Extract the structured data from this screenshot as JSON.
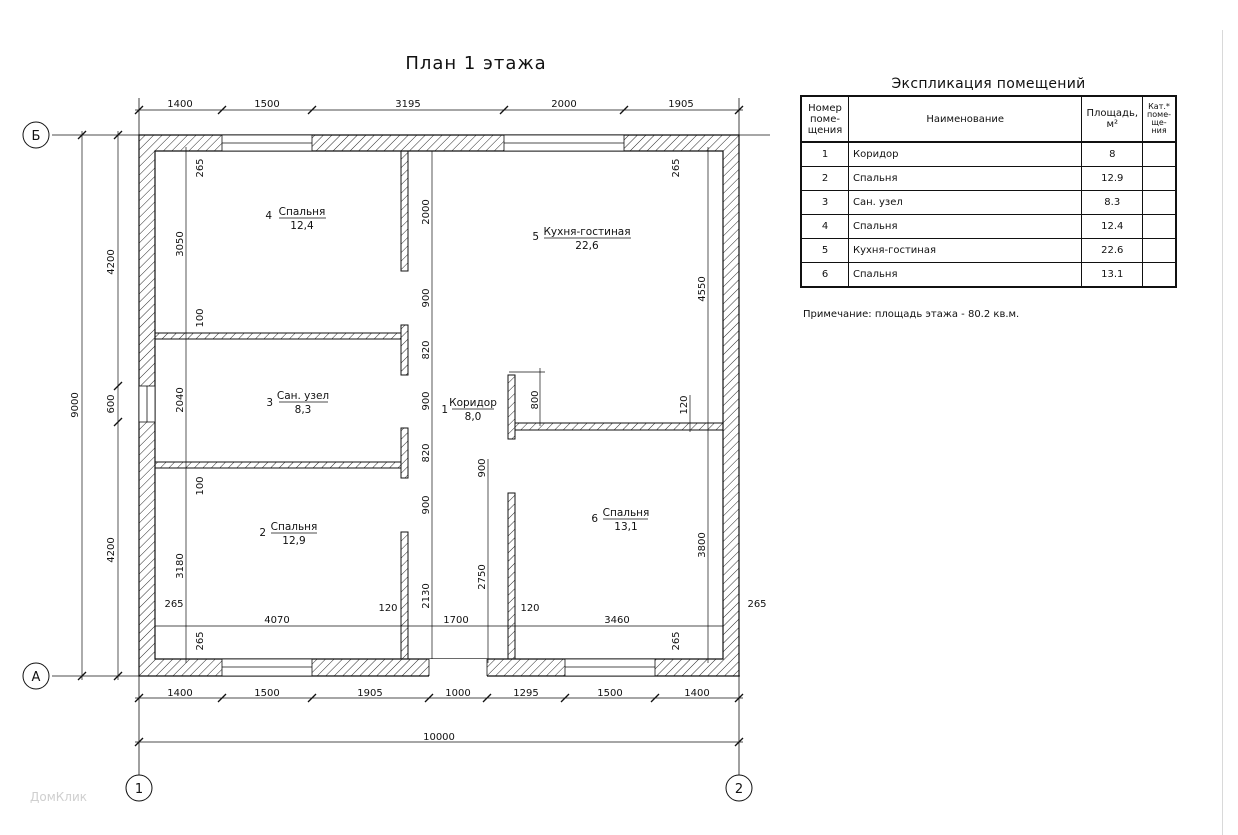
{
  "plan": {
    "title": "План 1 этажа",
    "axes": {
      "top": "Б",
      "bottom": "А",
      "left": "1",
      "right": "2"
    },
    "dims": {
      "top": [
        "1400",
        "1500",
        "3195",
        "2000",
        "1905"
      ],
      "bottom_inner": [
        "1400",
        "1500",
        "1905",
        "1000",
        "1295",
        "1500",
        "1400"
      ],
      "overall": "10000",
      "left_outer": "9000",
      "left_mid": [
        "4200",
        "600",
        "4200"
      ],
      "left_inner": [
        "3050",
        "2040",
        "3180"
      ],
      "wall_t": "265",
      "wall_t2": "265",
      "wall_t3": "265",
      "wall_t4": "265",
      "wall_t5": "265",
      "wall_t6": "265",
      "partition_100": "100",
      "partition_100b": "100",
      "mid_col": [
        "2000",
        "900",
        "820",
        "900",
        "820",
        "900",
        "2130"
      ],
      "bath_row_inner": "4070",
      "corr_w": "1700",
      "room6_w": "3460",
      "p120a": "120",
      "p120b": "120",
      "p120c": "120",
      "d800": "800",
      "d900": "900",
      "d2750": "2750",
      "d4550": "4550",
      "d3800": "3800"
    },
    "rooms": [
      {
        "num": "4",
        "name": "Спальня",
        "area": "12,4"
      },
      {
        "num": "5",
        "name": "Кухня-гостиная",
        "area": "22,6"
      },
      {
        "num": "3",
        "name": "Сан. узел",
        "area": "8,3"
      },
      {
        "num": "1",
        "name": "Коридор",
        "area": "8,0"
      },
      {
        "num": "2",
        "name": "Спальня",
        "area": "12,9"
      },
      {
        "num": "6",
        "name": "Спальня",
        "area": "13,1"
      }
    ]
  },
  "explication": {
    "title": "Экспликация помещений",
    "headers": {
      "num": "Номер поме- щения",
      "name": "Наименование",
      "area": "Площадь, м²",
      "cat": "Кат.* поме- ще- ния"
    },
    "rows": [
      {
        "num": "1",
        "name": "Коридор",
        "area": "8"
      },
      {
        "num": "2",
        "name": "Спальня",
        "area": "12.9"
      },
      {
        "num": "3",
        "name": "Сан. узел",
        "area": "8.3"
      },
      {
        "num": "4",
        "name": "Спальня",
        "area": "12.4"
      },
      {
        "num": "5",
        "name": "Кухня-гостиная",
        "area": "22.6"
      },
      {
        "num": "6",
        "name": "Спальня",
        "area": "13.1"
      }
    ],
    "note": "Примечание: площадь этажа - 80.2 кв.м."
  },
  "watermark": "ДомКлик"
}
